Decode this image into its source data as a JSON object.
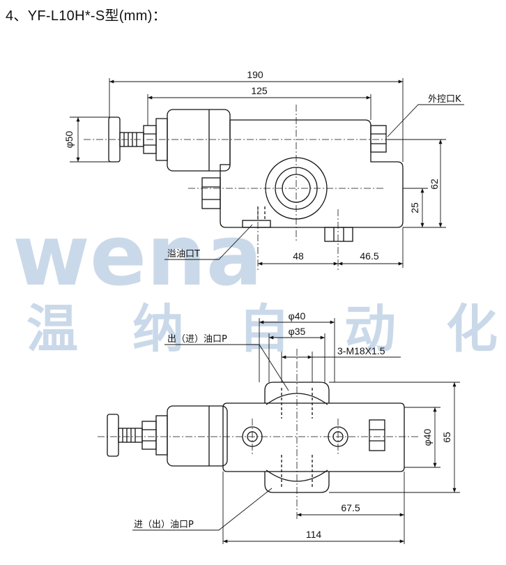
{
  "heading": "4、YF-L10H*-S型(mm)：",
  "top_view": {
    "dims": {
      "overall_length": "190",
      "body_length": "125",
      "knob_diameter": "φ50",
      "height_62": "62",
      "height_25": "25",
      "span_48": "48",
      "span_46_5": "46.5"
    },
    "labels": {
      "external_control_port": "外控口K",
      "overflow_port": "溢油口T"
    }
  },
  "bottom_view": {
    "dims": {
      "dia_40": "φ40",
      "dia_35": "φ35",
      "thread": "3-M18X1.5",
      "dia_40_side": "φ40",
      "height_65": "65",
      "span_67_5": "67.5",
      "span_114": "114"
    },
    "labels": {
      "outlet_port": "出（进）油口P",
      "inlet_port": "进（出）油口P"
    }
  },
  "watermark": {
    "latin": "wena",
    "chinese": [
      "温",
      "纳",
      "自",
      "动",
      "化"
    ]
  }
}
